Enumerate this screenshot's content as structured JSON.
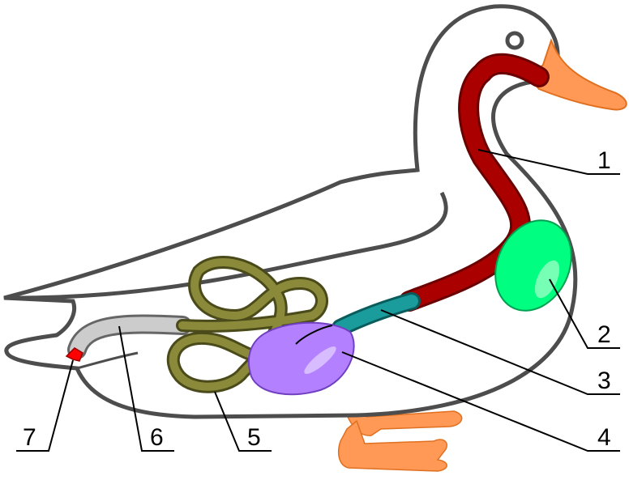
{
  "labels": [
    {
      "id": "1",
      "text": "1",
      "part": "esophagus"
    },
    {
      "id": "2",
      "text": "2",
      "part": "crop"
    },
    {
      "id": "3",
      "text": "3",
      "part": "proventriculus"
    },
    {
      "id": "4",
      "text": "4",
      "part": "gizzard"
    },
    {
      "id": "5",
      "text": "5",
      "part": "small-intestine"
    },
    {
      "id": "6",
      "text": "6",
      "part": "large-intestine"
    },
    {
      "id": "7",
      "text": "7",
      "part": "cloaca"
    }
  ],
  "colors": {
    "outline": "#4d4d4d",
    "beak": "#ff9955",
    "esophagus": "#aa0000",
    "crop": "#00ff80",
    "proventriculus": "#1a9c9c",
    "gizzard": "#b380ff",
    "intestine": "#8a8a3a",
    "large_intestine": "#cccccc",
    "cloaca": "#ff0000"
  }
}
